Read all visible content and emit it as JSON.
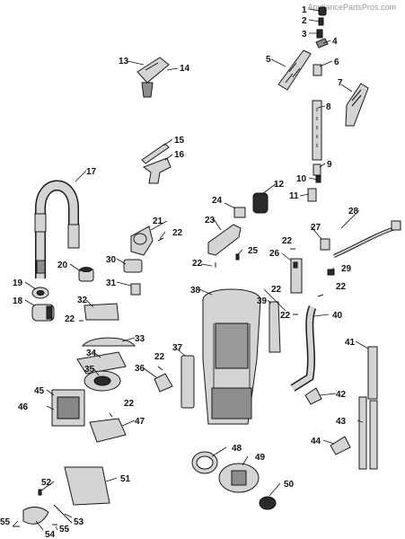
{
  "watermark": "AppliancePartsPros.com",
  "callouts": [
    {
      "id": "c1",
      "text": "1"
    },
    {
      "id": "c2",
      "text": "2"
    },
    {
      "id": "c3",
      "text": "3"
    },
    {
      "id": "c4",
      "text": "4"
    },
    {
      "id": "c5",
      "text": "5"
    },
    {
      "id": "c6",
      "text": "6"
    },
    {
      "id": "c7",
      "text": "7"
    },
    {
      "id": "c8",
      "text": "8"
    },
    {
      "id": "c9",
      "text": "9"
    },
    {
      "id": "c10",
      "text": "10"
    },
    {
      "id": "c11",
      "text": "11"
    },
    {
      "id": "c12",
      "text": "12"
    },
    {
      "id": "c13",
      "text": "13"
    },
    {
      "id": "c14",
      "text": "14"
    },
    {
      "id": "c15",
      "text": "15"
    },
    {
      "id": "c16",
      "text": "16"
    },
    {
      "id": "c17",
      "text": "17"
    },
    {
      "id": "c18",
      "text": "18"
    },
    {
      "id": "c19",
      "text": "19"
    },
    {
      "id": "c20",
      "text": "20"
    },
    {
      "id": "c21",
      "text": "21"
    },
    {
      "id": "c22a",
      "text": "22"
    },
    {
      "id": "c22b",
      "text": "22"
    },
    {
      "id": "c22c",
      "text": "22"
    },
    {
      "id": "c22d",
      "text": "22"
    },
    {
      "id": "c22e",
      "text": "22"
    },
    {
      "id": "c22f",
      "text": "22"
    },
    {
      "id": "c22g",
      "text": "22"
    },
    {
      "id": "c22h",
      "text": "22"
    },
    {
      "id": "c22i",
      "text": "22"
    },
    {
      "id": "c23",
      "text": "23"
    },
    {
      "id": "c24",
      "text": "24"
    },
    {
      "id": "c25",
      "text": "25"
    },
    {
      "id": "c26",
      "text": "26"
    },
    {
      "id": "c27",
      "text": "27"
    },
    {
      "id": "c28",
      "text": "28"
    },
    {
      "id": "c29",
      "text": "29"
    },
    {
      "id": "c30",
      "text": "30"
    },
    {
      "id": "c31",
      "text": "31"
    },
    {
      "id": "c32",
      "text": "32"
    },
    {
      "id": "c33",
      "text": "33"
    },
    {
      "id": "c34",
      "text": "34"
    },
    {
      "id": "c35",
      "text": "35"
    },
    {
      "id": "c36",
      "text": "36"
    },
    {
      "id": "c37",
      "text": "37"
    },
    {
      "id": "c38",
      "text": "38"
    },
    {
      "id": "c39",
      "text": "39"
    },
    {
      "id": "c40",
      "text": "40"
    },
    {
      "id": "c41",
      "text": "41"
    },
    {
      "id": "c42",
      "text": "42"
    },
    {
      "id": "c43",
      "text": "43"
    },
    {
      "id": "c44",
      "text": "44"
    },
    {
      "id": "c45",
      "text": "45"
    },
    {
      "id": "c46",
      "text": "46"
    },
    {
      "id": "c47",
      "text": "47"
    },
    {
      "id": "c48",
      "text": "48"
    },
    {
      "id": "c49",
      "text": "49"
    },
    {
      "id": "c50",
      "text": "50"
    },
    {
      "id": "c51",
      "text": "51"
    },
    {
      "id": "c52",
      "text": "52"
    },
    {
      "id": "c53",
      "text": "53"
    },
    {
      "id": "c54",
      "text": "54"
    },
    {
      "id": "c55a",
      "text": "55"
    },
    {
      "id": "c55b",
      "text": "55"
    }
  ]
}
